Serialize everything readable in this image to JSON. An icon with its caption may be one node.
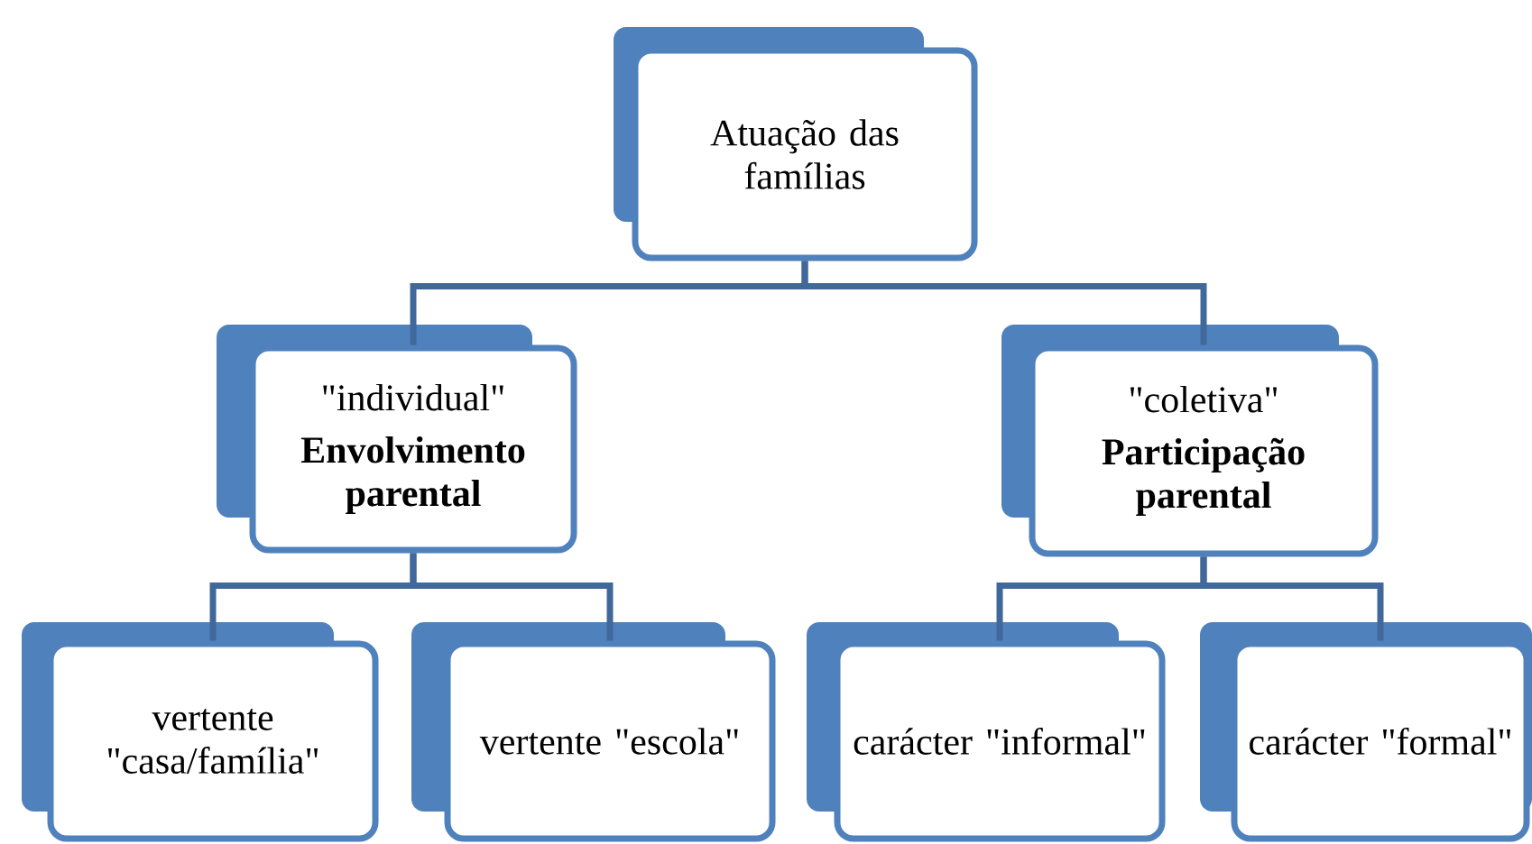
{
  "diagram": {
    "nodes": [
      {
        "text": [
          "Atuação das famílias"
        ]
      },
      {
        "text": [
          "\"individual\"",
          "Envolvimento parental"
        ]
      },
      {
        "text": [
          "\"coletiva\"",
          "Participação parental"
        ]
      },
      {
        "text": [
          "vertente \"casa/família\""
        ]
      },
      {
        "text": [
          "vertente \"escola\""
        ]
      },
      {
        "text": [
          "carácter \"informal\""
        ]
      },
      {
        "text": [
          "carácter \"formal\""
        ]
      }
    ],
    "edges": [
      {
        "from": 0,
        "to": 1,
        "arrow": "none"
      },
      {
        "from": 0,
        "to": 2,
        "arrow": "none"
      },
      {
        "from": 1,
        "to": 3,
        "arrow": "none"
      },
      {
        "from": 1,
        "to": 4,
        "arrow": "none"
      },
      {
        "from": 2,
        "to": 5,
        "arrow": "none"
      },
      {
        "from": 2,
        "to": 6,
        "arrow": "none"
      }
    ]
  }
}
